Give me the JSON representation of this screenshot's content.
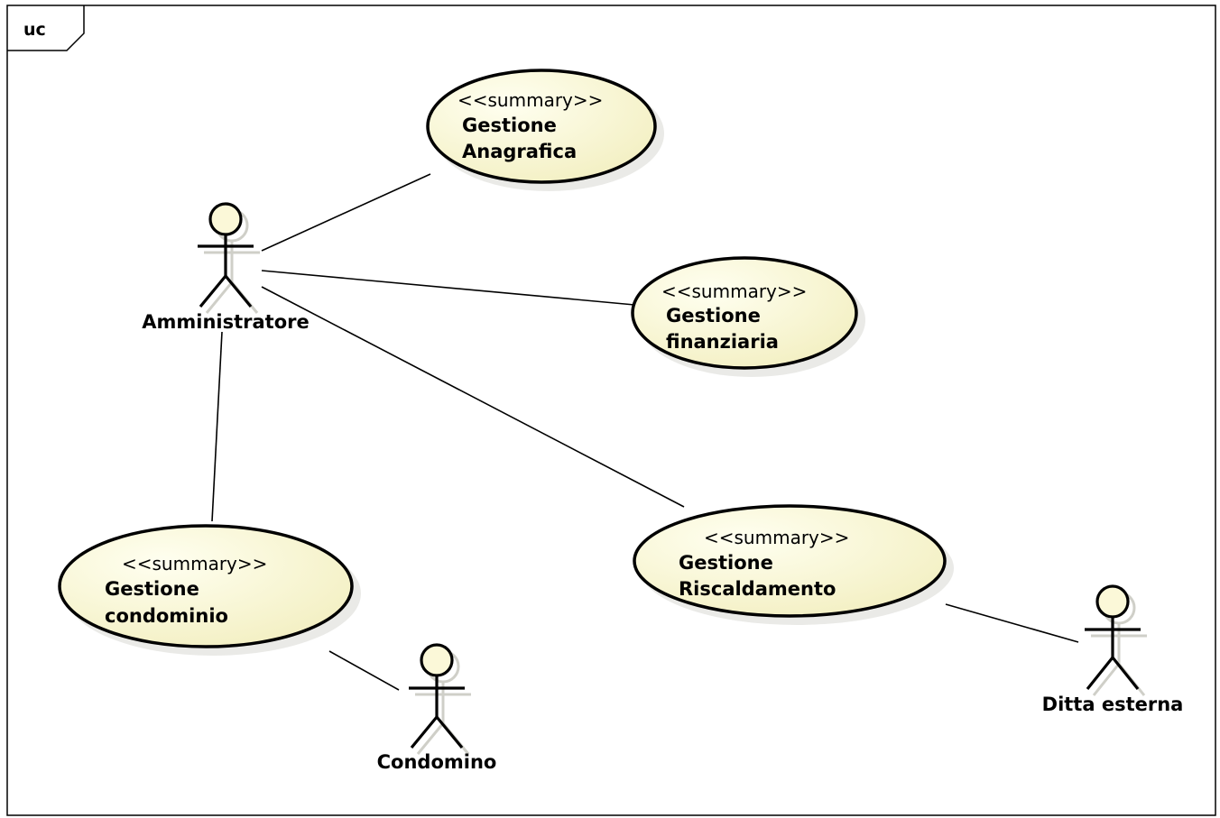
{
  "frame": {
    "label": "uc"
  },
  "colors": {
    "use_case_fill_light": "#fffff0",
    "use_case_fill_dark": "#f2eebe",
    "actor_head_fill": "#fbf8d8"
  },
  "use_cases": [
    {
      "id": "anagrafica",
      "stereotype": "<<summary>>",
      "name_lines": [
        "Gestione",
        "Anagrafica"
      ]
    },
    {
      "id": "finanziaria",
      "stereotype": "<<summary>>",
      "name_lines": [
        "Gestione",
        "finanziaria"
      ]
    },
    {
      "id": "riscaldamento",
      "stereotype": "<<summary>>",
      "name_lines": [
        "Gestione",
        "Riscaldamento"
      ]
    },
    {
      "id": "condominio",
      "stereotype": "<<summary>>",
      "name_lines": [
        "Gestione",
        "condominio"
      ]
    }
  ],
  "actors": [
    {
      "id": "amministratore",
      "name": "Amministratore",
      "icon": "stick-figure-icon"
    },
    {
      "id": "condomino",
      "name": "Condomino",
      "icon": "stick-figure-icon"
    },
    {
      "id": "ditta",
      "name": "Ditta esterna",
      "icon": "stick-figure-icon"
    }
  ],
  "associations": [
    {
      "from": "amministratore",
      "to": "anagrafica"
    },
    {
      "from": "amministratore",
      "to": "finanziaria"
    },
    {
      "from": "amministratore",
      "to": "riscaldamento"
    },
    {
      "from": "amministratore",
      "to": "condominio"
    },
    {
      "from": "condominio",
      "to": "condomino"
    },
    {
      "from": "riscaldamento",
      "to": "ditta"
    }
  ]
}
